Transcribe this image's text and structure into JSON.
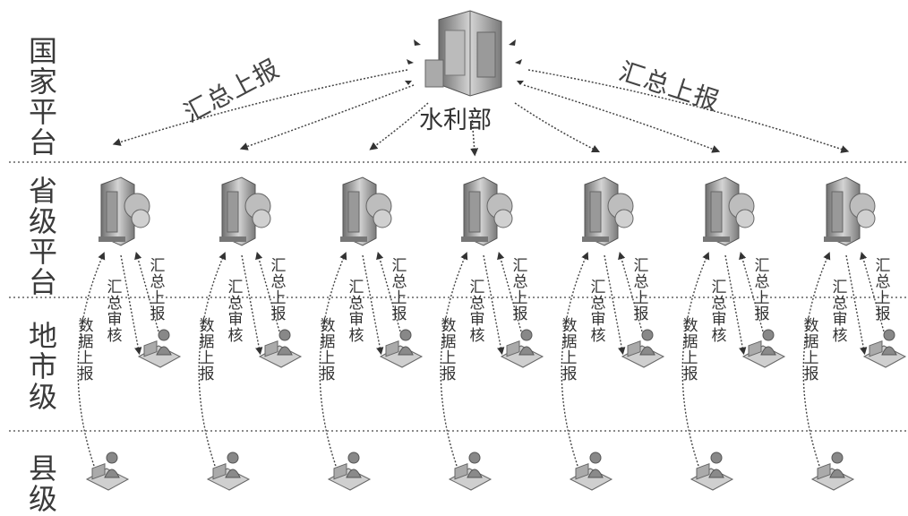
{
  "tiers": [
    {
      "id": "national",
      "label": "国家平台"
    },
    {
      "id": "provincial",
      "label": "省级平台"
    },
    {
      "id": "city",
      "label": "地市级"
    },
    {
      "id": "county",
      "label": "县级"
    }
  ],
  "hq": {
    "label": "水利部"
  },
  "arc_labels": {
    "left": "汇总上报",
    "right": "汇总上报"
  },
  "flow_labels": {
    "summary_report": "汇总上报",
    "summary_review": "汇总审核",
    "data_report": "数据上报"
  },
  "columns": 7,
  "colors": {
    "line": "#555555",
    "divider": "#888888",
    "building": "#8a8a8a",
    "text": "#333333"
  }
}
